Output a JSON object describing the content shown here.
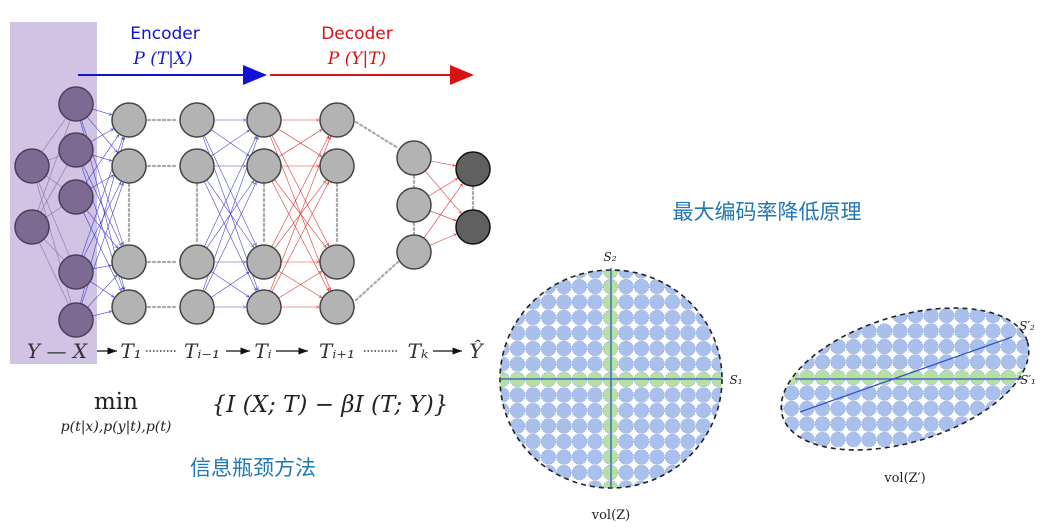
{
  "encoder": {
    "label": "Encoder",
    "formula": "P (T|X)",
    "color": "#1212d6"
  },
  "decoder": {
    "label": "Decoder",
    "formula": "P (Y|T)",
    "color": "#d61212"
  },
  "chain": {
    "y_x": "Y — X",
    "t1": "T₁",
    "ti_minus": "Tᵢ₋₁",
    "ti": "Tᵢ",
    "ti_plus": "Tᵢ₊₁",
    "tk": "Tₖ",
    "y_hat": "Ŷ"
  },
  "objective": {
    "min": "min",
    "subscript": "p(t|x),p(y|t),p(t)",
    "expression": "{I (X; T) − βI (T; Y)}"
  },
  "ib_caption": "信息瓶颈方法",
  "mcr_title": "最大编码率降低原理",
  "sphere": {
    "s1": "S₁",
    "s2": "S₂",
    "vol": "vol(Z)"
  },
  "ellipse": {
    "s1": "S′₁",
    "s2": "S′₂",
    "vol": "vol(Z′)"
  },
  "colors": {
    "input_panel": "#c9b8de",
    "input_node": "#7d6a93",
    "hidden_node": "#b3b3b3",
    "output_node": "#606060",
    "packing_dot": "#a9c0ec",
    "highlight_dot": "#b5e0a0",
    "caption": "#1f77b4"
  }
}
